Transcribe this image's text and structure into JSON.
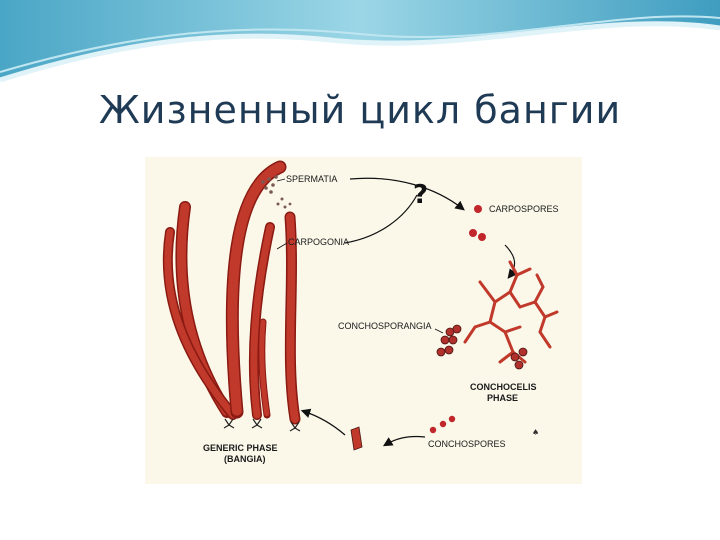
{
  "slide": {
    "title": "Жизненный цикл бангии"
  },
  "diagram": {
    "labels": {
      "spermatia": "SPERMATIA",
      "carpogonia": "CARPOGONIA",
      "carpospores": "CARPOSPORES",
      "conchosporangia": "CONCHOSPORANGIA",
      "conchocelis_line1": "CONCHOCELIS",
      "conchocelis_line2": "PHASE",
      "conchospores": "CONCHOSPORES",
      "generic_line1": "GENERIC PHASE",
      "generic_line2": "(BANGIA)",
      "question": "?"
    },
    "colors": {
      "filament_fill": "#c0392b",
      "filament_outline": "#8a1a12",
      "spore": "#c0262a",
      "arrow": "#111111",
      "background": "#fbf8ea",
      "banner_teal": "#7fc8dd"
    }
  }
}
